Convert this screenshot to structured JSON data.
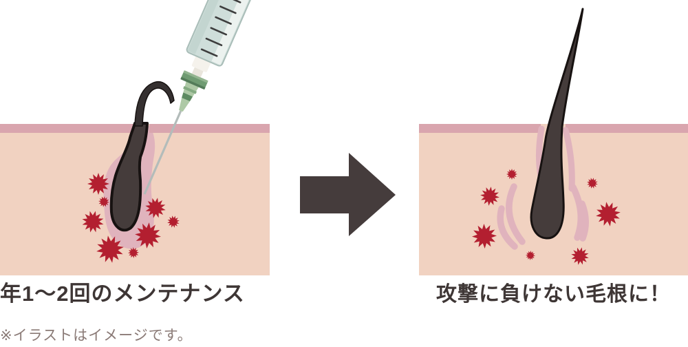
{
  "illustration": {
    "title_semantics": "hair follicle injection before-after",
    "left_panel": {
      "caption": "年1〜2回のメンテナンス",
      "starbursts": [
        [
          143,
          267,
          16
        ],
        [
          151,
          293,
          8
        ],
        [
          135,
          322,
          16
        ],
        [
          160,
          362,
          20
        ],
        [
          194,
          367,
          8
        ],
        [
          215,
          342,
          19
        ],
        [
          226,
          302,
          15
        ],
        [
          252,
          322,
          9
        ]
      ]
    },
    "right_panel": {
      "caption": "攻撃に負けない毛根に！",
      "starbursts": [
        [
          744,
          253,
          8
        ],
        [
          712,
          285,
          14
        ],
        [
          861,
          266,
          8
        ],
        [
          884,
          311,
          18
        ],
        [
          704,
          343,
          18
        ],
        [
          771,
          371,
          7
        ],
        [
          843,
          372,
          13
        ]
      ]
    },
    "note": "※イラストはイメージです。"
  },
  "colors": {
    "skin": "#f1d2c1",
    "epidermis": "#d9a5ae",
    "follicle_pink": "#e0b3bd",
    "hair_dark": "#453c3b",
    "hair_outline": "#171211",
    "starburst_red": "#b31f30",
    "arrow_dark": "#453c3c",
    "caption_text": "#3e3635",
    "note_text": "#8a7a76",
    "needle_gray": "#b3bcba",
    "barrel_fill": "#cfdeda",
    "barrel_shade": "#c3d5d0",
    "barrel_highlight": "#ecf2ef",
    "barrel_edge": "#a9bdb8",
    "tick_dark": "#3d3d3d",
    "hub_white": "#f5f2ec",
    "hub_white_dark": "#e9e5dc",
    "green_light": "#aec9a6",
    "green_mid": "#84ab82",
    "green_dark": "#5d8a61",
    "green_flange": "#6f9b72",
    "green_flange_hi": "#93b590",
    "green_flange_lo": "#537b59"
  }
}
